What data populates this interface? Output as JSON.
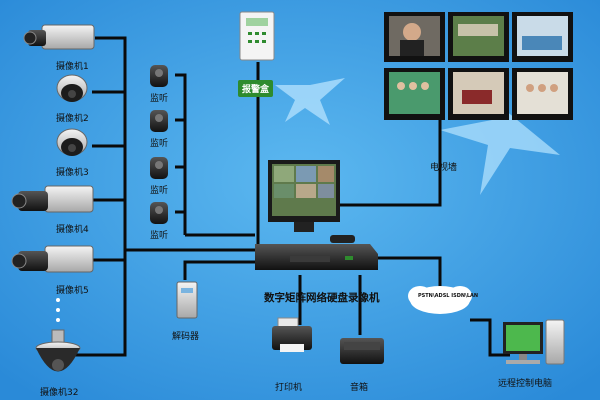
{
  "cameras": [
    {
      "label": "摄像机1"
    },
    {
      "label": "摄像机2"
    },
    {
      "label": "摄像机3"
    },
    {
      "label": "摄像机4"
    },
    {
      "label": "摄像机5"
    },
    {
      "label": "摄像机32"
    }
  ],
  "listeners": [
    {
      "label": "监听"
    },
    {
      "label": "监听"
    },
    {
      "label": "监听"
    },
    {
      "label": "监听"
    }
  ],
  "alarm_box": {
    "label": "报警盒"
  },
  "tv_wall": {
    "label": "电视墙"
  },
  "dvr": {
    "label": "数字矩阵网络硬盘录像机"
  },
  "decoder": {
    "label": "解码器"
  },
  "printer": {
    "label": "打印机"
  },
  "speaker": {
    "label": "音箱"
  },
  "network": {
    "label": "PSTN\\ADSL ISDN\\LAN"
  },
  "remote_pc": {
    "label": "远程控制电脑"
  },
  "colors": {
    "background": "#3b9ee3",
    "wire": "#0a0a0a",
    "alarm_label_bg": "#2e8b2e"
  }
}
